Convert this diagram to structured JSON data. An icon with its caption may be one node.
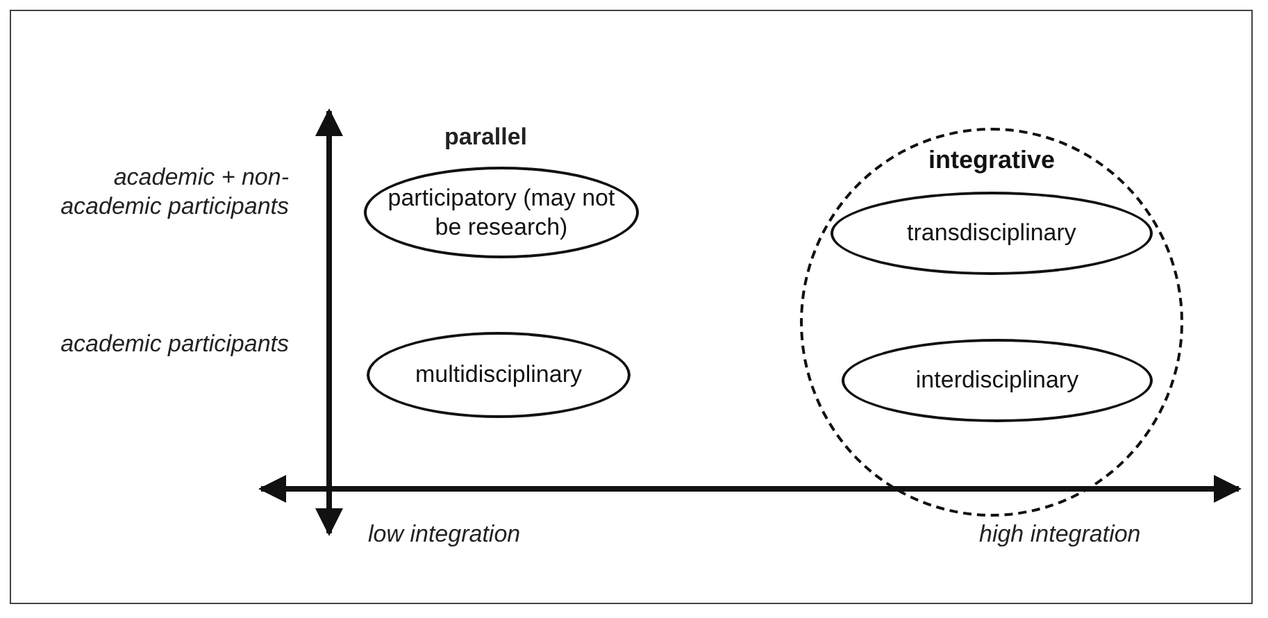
{
  "diagram": {
    "nodes": [
      {
        "text": [
          "participatory (may not be research)"
        ]
      },
      {
        "text": [
          "integrative"
        ]
      },
      {
        "text": [
          "transdisciplinary"
        ],
        "in": 1
      },
      {
        "text": [
          "multidisciplinary"
        ]
      },
      {
        "text": [
          "interdisciplinary"
        ],
        "in": 1
      }
    ],
    "labels": [
      "parallel",
      "academic + non-academic participants",
      "academic participants",
      "low integration",
      "high integration"
    ]
  }
}
